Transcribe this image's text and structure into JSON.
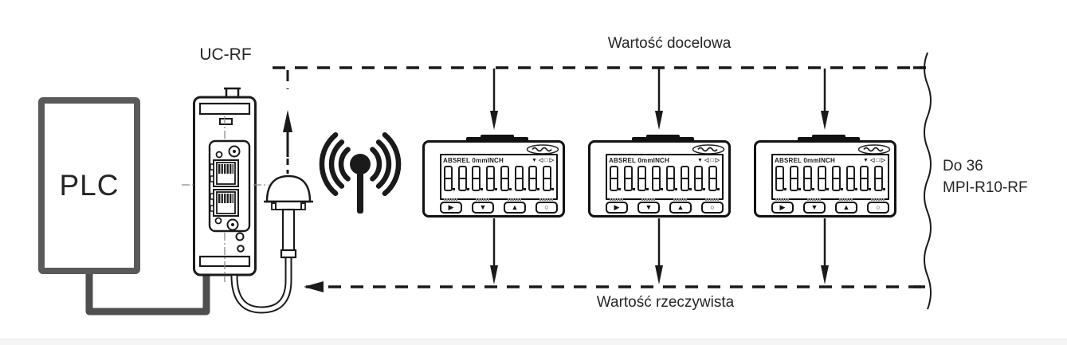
{
  "diagram": {
    "labels": {
      "controller": "PLC",
      "gateway": "UC-RF",
      "top_line": "Wartość docelowa",
      "bottom_line": "Wartość rzeczywista",
      "capacity_line1": "Do 36",
      "capacity_line2": "MPI-R10-RF"
    },
    "display_unit": {
      "lcd_indicators": "ABSREL 0mmINCH",
      "lcd_status_icons": [
        {
          "name": "signal-icon",
          "glyph": "▼"
        },
        {
          "name": "left-triangle-icon",
          "glyph": "◁"
        },
        {
          "name": "square-icon",
          "glyph": "□"
        },
        {
          "name": "right-triangle-icon",
          "glyph": "▷"
        }
      ],
      "digits": [
        "8",
        "8",
        "8",
        "8",
        "8",
        "8",
        "8",
        "8"
      ],
      "buttons": [
        {
          "name": "right-button",
          "glyph": "▶"
        },
        {
          "name": "down-button",
          "glyph": "▼"
        },
        {
          "name": "up-button",
          "glyph": "▲"
        },
        {
          "name": "set-button",
          "glyph": "○"
        }
      ]
    },
    "display_positions_x": [
      530,
      738,
      946
    ],
    "colors": {
      "line": "#1a1a1a",
      "plc_gray": "#5a5a5a",
      "cable_gray": "#4f4f4f",
      "footer_band": "#f5f5f5"
    }
  }
}
